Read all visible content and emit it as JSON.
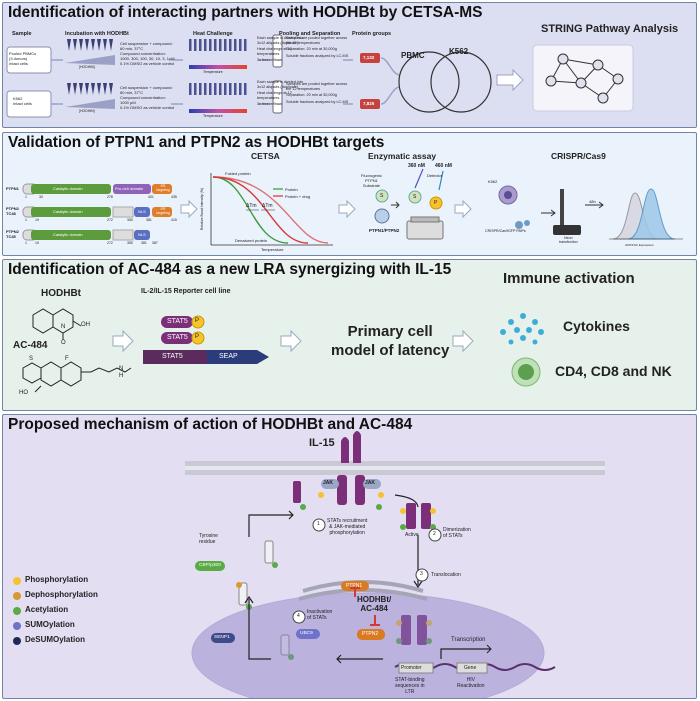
{
  "colors": {
    "panel1_bg": "#dcdff2",
    "panel2_bg": "#eaf2fb",
    "panel3_bg": "#e7f1ec",
    "panel4_bg": "#e3def2",
    "phosphorylation": "#f6c22e",
    "dephosphorylation": "#d89a2f",
    "acetylation": "#5aaa46",
    "sumoylation": "#6e72c9",
    "desumoylation": "#1f2a55",
    "ptpn": "#d97b22",
    "stat_purple": "#7a2f78",
    "catalytic": "#5c9c3d",
    "ser": "#e07d2a",
    "nls": "#5b6fc2"
  },
  "panel1": {
    "title": "Identification of interacting partners with HODHBt by CETSA-MS",
    "sample": "Sample",
    "incubation": "Incubation with HODHBt",
    "heat": "Heat Challenge",
    "pooling": "Pooling and Separation",
    "protein_groups": "Protein groups",
    "string": "STRING Pathway Analysis",
    "row1": {
      "sample_line1": "Pooled PBMCs",
      "sample_line2": "(3 donors)",
      "sample_line3": "Intact cells",
      "tube": "[HODHBt]",
      "inc_line1": "Cell suspension + compound:",
      "inc_line2": "60 min, 37°C",
      "inc_line3": "Compound concentration:",
      "inc_line4": "1000, 300, 100, 30, 10, 3, 1µM",
      "inc_line5": "0.1% DMSO as vehicle control",
      "heat_line1": "Each sample is divided into",
      "heat_line2": "3x12 aliquots (duplicate)",
      "heat_line3": "Heat challenge at 12",
      "heat_line4": "temperatures",
      "heat_line5": "3x freeze/thaw",
      "temp": "Temperature",
      "pool_line1": "Samples are pooled together across",
      "pool_line2": "the 12 temperatures",
      "pool_line3": "Separation: 20 min at 30,000g",
      "pool_line4": "Soluble fractions analyzed by LC-MS",
      "count": "7,132"
    },
    "row2": {
      "sample_line1": "K562",
      "sample_line2": "Intact cells",
      "tube": "[HODHBt]",
      "inc_line1": "Cell suspension + compound:",
      "inc_line2": "60 min, 37°C",
      "inc_line3": "Compound concentration:",
      "inc_line4": "1000 µM",
      "inc_line5": "0.1% DMSO as vehicle control",
      "heat_line1": "Each sample is divided into",
      "heat_line2": "3x12 aliquots (duplicate)",
      "heat_line3": "Heat challenge at 12",
      "heat_line4": "temperatures",
      "heat_line5": "3x freeze/thaw",
      "temp": "Temperature",
      "pool_line1": "Samples are pooled together across",
      "pool_line2": "the 12 temperatures",
      "pool_line3": "Separation: 20 min at 30,000g",
      "pool_line4": "Soluble fractions analyzed by LC-MS",
      "count": "7,825"
    },
    "venn_left": "PBMC",
    "venn_right": "K562"
  },
  "panel2": {
    "title": "Validation of PTPN1 and PTPN2 as HODHBt targets",
    "cetsa": "CETSA",
    "enzymatic": "Enzymatic assay",
    "crispr": "CRISPR/Cas9",
    "ptpn1": {
      "label": "PTPN1",
      "catalytic": "Catalytic domain",
      "pro": "Pro-rich domain",
      "er": "ER targeting",
      "n1": "1",
      "n2": "30",
      "n3": "278",
      "n4": "401",
      "n5": "435"
    },
    "ptpn2_48": {
      "label_line1": "PTPN2",
      "label_line2": "TC48",
      "catalytic": "Catalytic domain",
      "nls": "NLS",
      "er": "ER targeting",
      "n1": "1",
      "n2": "19",
      "n3": "272",
      "n4": "350",
      "n5": "381",
      "n6": "415"
    },
    "ptpn2_45": {
      "label_line1": "PTPN2",
      "label_line2": "TC45",
      "catalytic": "Catalytic domain",
      "nls": "NLS",
      "n1": "1",
      "n2": "19",
      "n3": "272",
      "n4": "350",
      "n5": "381",
      "n6": "387"
    },
    "curve": {
      "folded": "Folded protein",
      "denatured": "Denatured protein",
      "ylabel": "Relative Band Intensity (%)",
      "xlabel": "Temperature",
      "legend1": "Protein",
      "legend2": "Protein + drug",
      "dtm": "ΔTm"
    },
    "enzyme": {
      "sub1": "Fluorogenic",
      "sub2": "PTPN1",
      "sub3": "Substrate",
      "ex": "360 nM",
      "em": "460 nM",
      "detector": "Detector",
      "enzyme_label": "PTPN1/PTPN2",
      "s": "S",
      "p": "P"
    },
    "crispr_labels": {
      "k562": "K562",
      "rnp": "CRISPR/Cas9GFP RNPs",
      "neon1": "Neon",
      "neon2": "transfection",
      "time": "48h",
      "facs": "GFP/FSC Expression"
    }
  },
  "panel3": {
    "title": "Identification of AC-484 as a new LRA synergizing with IL-15",
    "hodhbt": "HODHBt",
    "ac484": "AC-484",
    "reporter": "IL-2/IL-15 Reporter cell line",
    "stat5a": "STAT5",
    "stat5b": "STAT5",
    "stat5c": "STAT5",
    "p": "P",
    "seap": "SEAP",
    "primary_line1": "Primary cell",
    "primary_line2": "model of latency",
    "immune": "Immune activation",
    "cytokines": "Cytokines",
    "cells": "CD4, CD8 and NK",
    "chem": {
      "n": "N",
      "oh": "OH",
      "o": "O",
      "ho": "HO",
      "f": "F",
      "s": "S",
      "nh": "N",
      "h": "H"
    }
  },
  "panel4": {
    "title": "Proposed mechanism of action of HODHBt and AC-484",
    "il15": "IL-15",
    "jak1": "JAK",
    "jak2": "JAK",
    "step1_line1": "STATs recruitment",
    "step1_line2": "& JAK-mediated",
    "step1_line3": "phosphorylation",
    "step1_num": "1",
    "step2_num": "2",
    "step2_line1": "Dimerization",
    "step2_line2": "of STATs",
    "active": "Active",
    "step3_num": "3",
    "step3": "Translocation",
    "step4_num": "4",
    "step4_line1": "Inactivation",
    "step4_line2": "of STATs",
    "tyrosine_line1": "Tyrosine",
    "tyrosine_line2": "residue",
    "cbp": "CBP/p300",
    "senp1": "SENP1",
    "ubc9": "UBC9",
    "ptpn1": "PTPN1",
    "ptpn2": "PTPN2",
    "drug_line1": "HODHBt/",
    "drug_line2": "AC-484",
    "promoter": "Promoter",
    "gene": "Gene",
    "transcription": "Transcription",
    "hiv_line1": "HIV",
    "hiv_line2": "Reactivation",
    "binding_line1": "STAT-binding",
    "binding_line2": "sequences in",
    "binding_line3": "LTR",
    "legend": [
      "Phosphorylation",
      "Dephosphorylation",
      "Acetylation",
      "SUMOylation",
      "DeSUMOylation"
    ]
  }
}
